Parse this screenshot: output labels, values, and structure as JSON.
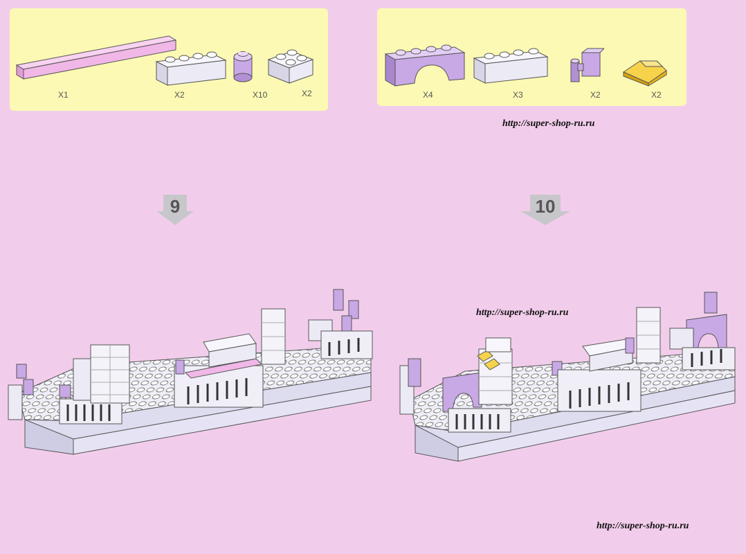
{
  "panels": {
    "step9": {
      "parts": [
        {
          "name": "pink-long-plate",
          "qty": "X1"
        },
        {
          "name": "white-1x4-brick",
          "qty": "X2"
        },
        {
          "name": "lavender-round-brick",
          "qty": "X10"
        },
        {
          "name": "white-2x2-brick",
          "qty": "X2"
        }
      ]
    },
    "step10": {
      "parts": [
        {
          "name": "lavender-arch",
          "qty": "X4"
        },
        {
          "name": "white-1x4-brick",
          "qty": "X3"
        },
        {
          "name": "lavender-clip-brick",
          "qty": "X2"
        },
        {
          "name": "yellow-slope",
          "qty": "X2"
        }
      ]
    }
  },
  "steps": {
    "step9": {
      "number": "9"
    },
    "step10": {
      "number": "10"
    }
  },
  "watermarks": {
    "top": "http://super-shop-ru.ru",
    "middle": "http://super-shop-ru.ru",
    "bottom": "http://super-shop-ru.ru"
  },
  "colors": {
    "page_bg": "#f2cdeb",
    "panel_bg": "#fbf9b4",
    "pink_plate": "#f1b7e7",
    "lavender": "#c9a8e6",
    "white_brick": "#f3f1fb",
    "yellow": "#f1c21f",
    "arrow": "#c7c7cb"
  }
}
